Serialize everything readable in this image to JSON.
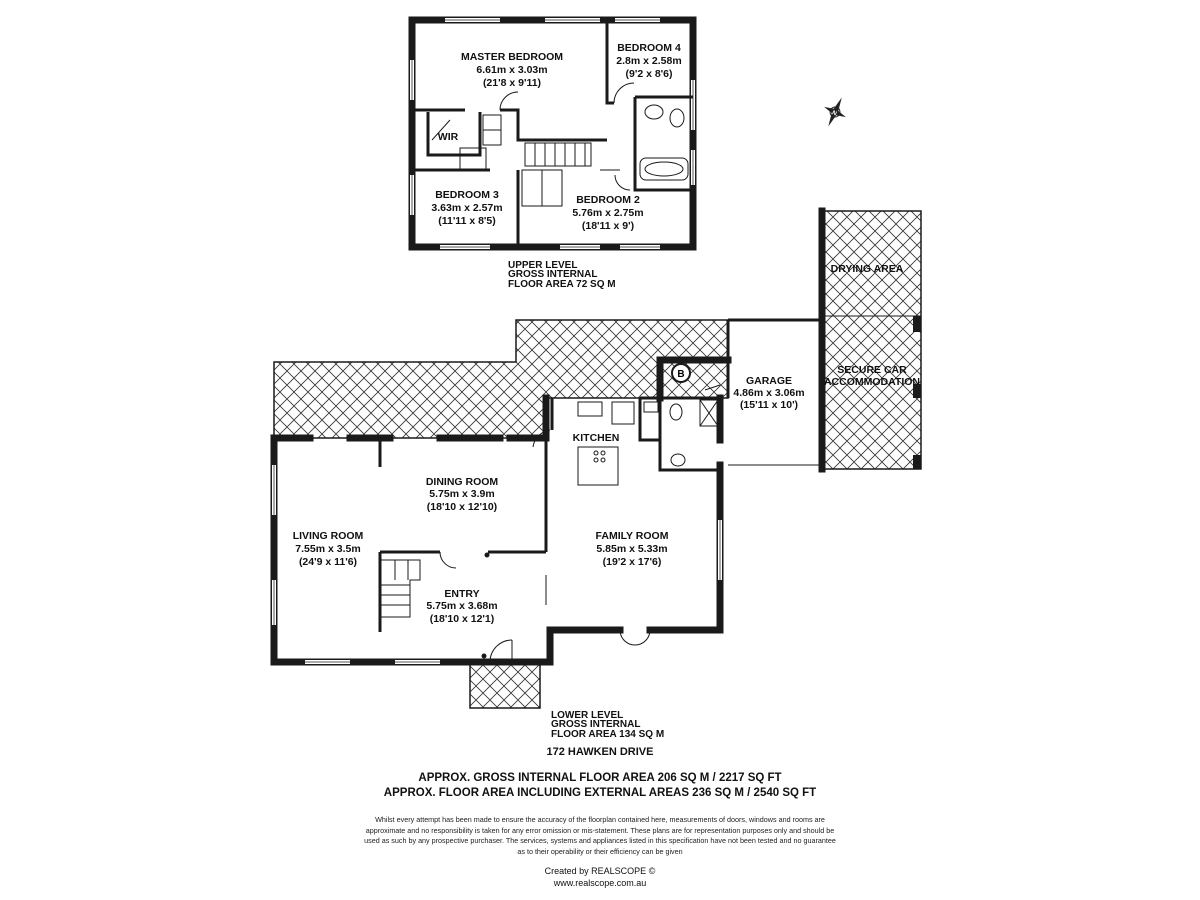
{
  "upper_level": {
    "rooms": [
      {
        "name": "MASTER BEDROOM",
        "size_m": "6.61m x 3.03m",
        "size_ft": "(21'8 x 9'11)"
      },
      {
        "name": "BEDROOM 4",
        "size_m": "2.8m x 2.58m",
        "size_ft": "(9'2 x 8'6)"
      },
      {
        "name": "WIR"
      },
      {
        "name": "BEDROOM 3",
        "size_m": "3.63m x 2.57m",
        "size_ft": "(11'11 x 8'5)"
      },
      {
        "name": "BEDROOM 2",
        "size_m": "5.76m x 2.75m",
        "size_ft": "(18'11 x 9')"
      }
    ],
    "area_label": [
      "UPPER LEVEL",
      "GROSS INTERNAL",
      "FLOOR AREA 72 SQ M"
    ]
  },
  "lower_level": {
    "rooms": [
      {
        "name": "DRYING AREA"
      },
      {
        "name": "SECURE CAR",
        "name2": "ACCOMMODATION"
      },
      {
        "name": "GARAGE",
        "size_m": "4.86m x 3.06m",
        "size_ft": "(15'11 x 10')"
      },
      {
        "name": "KITCHEN"
      },
      {
        "name": "DINING ROOM",
        "size_m": "5.75m x 3.9m",
        "size_ft": "(18'10 x 12'10)"
      },
      {
        "name": "LIVING ROOM",
        "size_m": "7.55m x 3.5m",
        "size_ft": "(24'9 x 11'6)"
      },
      {
        "name": "FAMILY ROOM",
        "size_m": "5.85m x 5.33m",
        "size_ft": "(19'2 x 17'6)"
      },
      {
        "name": "ENTRY",
        "size_m": "5.75m x 3.68m",
        "size_ft": "(18'10 x 12'1)"
      }
    ],
    "boiler_symbol": "B",
    "area_label": [
      "LOWER LEVEL",
      "GROSS INTERNAL",
      "FLOOR AREA 134 SQ M"
    ]
  },
  "compass_label": "N",
  "address": "172 HAWKEN DRIVE",
  "total_area_line1": "APPROX. GROSS INTERNAL FLOOR AREA 206 SQ M / 2217 SQ FT",
  "total_area_line2": "APPROX. FLOOR AREA INCLUDING EXTERNAL AREAS 236 SQ M / 2540 SQ FT",
  "disclaimer": "Whilst every attempt has been made to ensure the accuracy of the floorplan contained here, measurements of doors, windows and rooms are approximate and no responsibility is taken for any error omission or mis-statement. These plans are for representation purposes only and should be used as such by any prospective purchaser. The services, systems and appliances listed in this specification have not been tested and no guarantee as to their operability or their efficiency can be given",
  "credit_line1": "Created by REALSCOPE",
  "credit_copyright": "©",
  "credit_line2": "www.realscope.com.au"
}
